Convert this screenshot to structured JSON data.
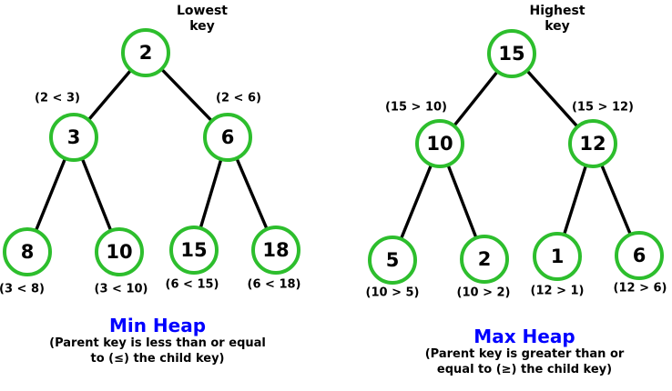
{
  "min_heap": {
    "annotation_line1": "Lowest",
    "annotation_line2": "key",
    "nodes": [
      {
        "position": "root",
        "value": "2"
      },
      {
        "position": "left",
        "value": "3"
      },
      {
        "position": "right",
        "value": "6"
      },
      {
        "position": "left-left",
        "value": "8"
      },
      {
        "position": "left-right",
        "value": "10"
      },
      {
        "position": "right-left",
        "value": "15"
      },
      {
        "position": "right-right",
        "value": "18"
      }
    ],
    "edge_labels": [
      "(2 < 3)",
      "(2 < 6)",
      "(3 < 8)",
      "(3 < 10)",
      "(6 < 15)",
      "(6 < 18)"
    ],
    "title": "Min Heap",
    "subtitle_line1": "(Parent key is less than or equal",
    "subtitle_line2": "to (≤) the child key)"
  },
  "max_heap": {
    "annotation_line1": "Highest",
    "annotation_line2": "key",
    "nodes": [
      {
        "position": "root",
        "value": "15"
      },
      {
        "position": "left",
        "value": "10"
      },
      {
        "position": "right",
        "value": "12"
      },
      {
        "position": "left-left",
        "value": "5"
      },
      {
        "position": "left-right",
        "value": "2"
      },
      {
        "position": "right-left",
        "value": "1"
      },
      {
        "position": "right-right",
        "value": "6"
      }
    ],
    "edge_labels": [
      "(15 > 10)",
      "(15 > 12)",
      "(10 > 5)",
      "(10 > 2)",
      "(12 > 1)",
      "(12 > 6)"
    ],
    "title": "Max Heap",
    "subtitle_line1": "(Parent key is greater than or",
    "subtitle_line2": "equal to (≥) the child key)"
  },
  "colors": {
    "node_border": "#2DBE2D",
    "edge": "#000000",
    "title": "#0000FF",
    "text": "#000000",
    "background": "#FFFFFF"
  }
}
